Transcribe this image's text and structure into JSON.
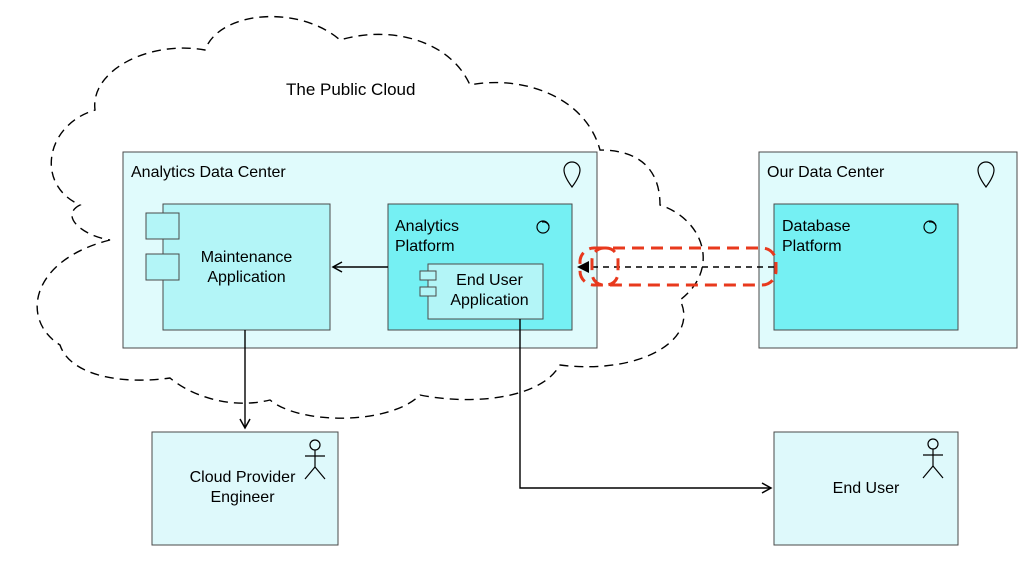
{
  "diagram": {
    "cloud_label": "The Public Cloud",
    "analytics_dc": {
      "title": "Analytics Data Center"
    },
    "maintenance_app": {
      "line1": "Maintenance",
      "line2": "Application"
    },
    "analytics_platform": {
      "line1": "Analytics",
      "line2": "Platform"
    },
    "end_user_app": {
      "line1": "End User",
      "line2": "Application"
    },
    "our_dc": {
      "title": "Our Data Center"
    },
    "database_platform": {
      "line1": "Database",
      "line2": "Platform"
    },
    "cloud_engineer": {
      "line1": "Cloud Provider",
      "line2": "Engineer"
    },
    "end_user": {
      "label": "End User"
    }
  },
  "colors": {
    "location_fill": "#e0fbfc",
    "node_fill": "#75f0f3",
    "application_fill": "#b3f5f7",
    "actor_fill": "#def9fb",
    "border": "#4a4a4a",
    "highlight": "#e8391d"
  },
  "icons": {
    "location": "location-pin-icon",
    "node": "system-software-icon",
    "component": "component-icon",
    "actor": "actor-stick-figure-icon"
  }
}
